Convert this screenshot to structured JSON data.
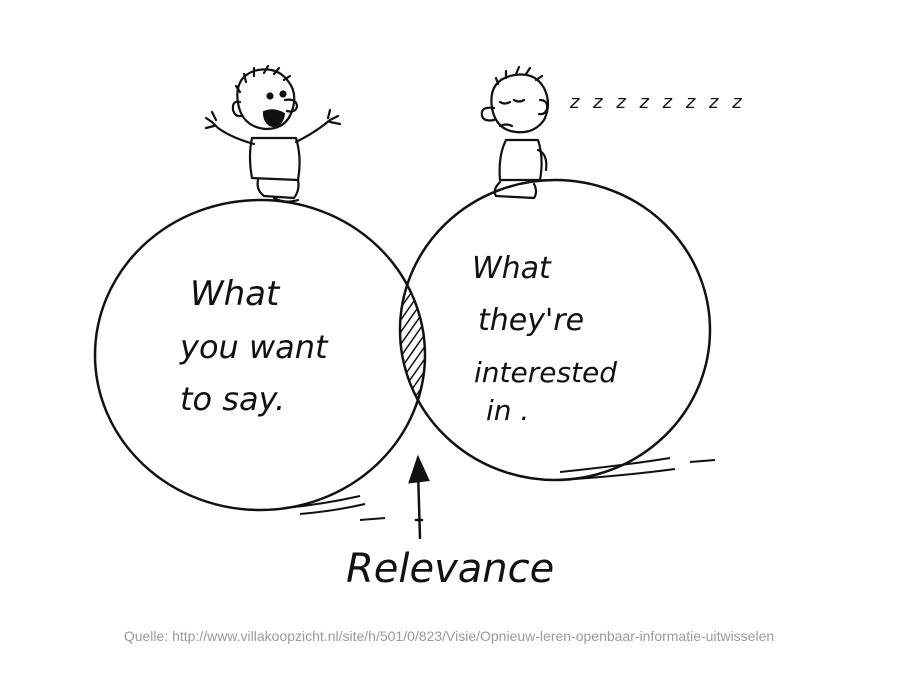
{
  "venn": {
    "left_text": [
      "What",
      "you want",
      "to say."
    ],
    "right_text": [
      "What",
      "they're",
      "interested",
      "in ."
    ],
    "overlap_label": "Relevance",
    "snore": "z z z z z z z z"
  },
  "caption": "Quelle: http://www.villakoopzicht.nl/site/h/501/0/823/Visie/Opnieuw-leren-openbaar-informatie-uitwisselen"
}
